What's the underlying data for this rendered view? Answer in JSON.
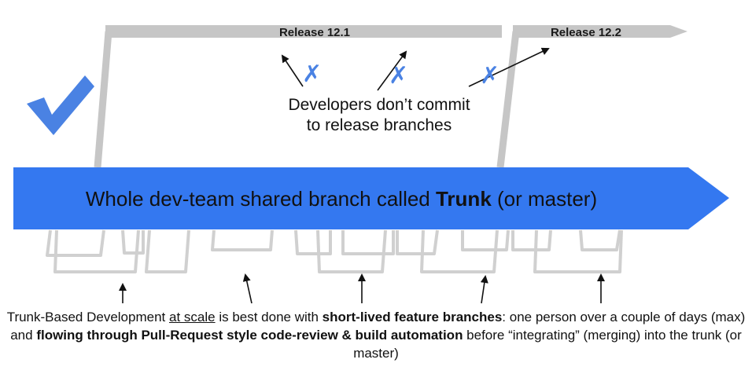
{
  "colors": {
    "trunk": "#3478f0",
    "release_branch": "#c6c6c6",
    "feature_branch": "#d0d0d0",
    "checkmark": "#4a82e3",
    "x_mark": "#4a82e3"
  },
  "icons": {
    "check": "checkmark-icon",
    "blocked": "x-mark-icon"
  },
  "releases": [
    {
      "label": "Release 12.1"
    },
    {
      "label": "Release 12.2"
    }
  ],
  "trunk": {
    "pre": "Whole dev-team shared branch called ",
    "bold": "Trunk",
    "post": " (or master)"
  },
  "release_note": {
    "line1": "Developers don’t commit",
    "line2": "to release branches"
  },
  "blocked_commit_mark": "✗",
  "caption": {
    "p1": "Trunk-Based Development ",
    "u1": "at scale",
    "p2": " is best done with ",
    "b1": "short-lived feature branches",
    "p3": ": one person over a couple of days (max) and ",
    "b2": "flowing through Pull-Request style code-review & build automation",
    "p4": " before “integrating” (merging) into the trunk (or master)"
  }
}
